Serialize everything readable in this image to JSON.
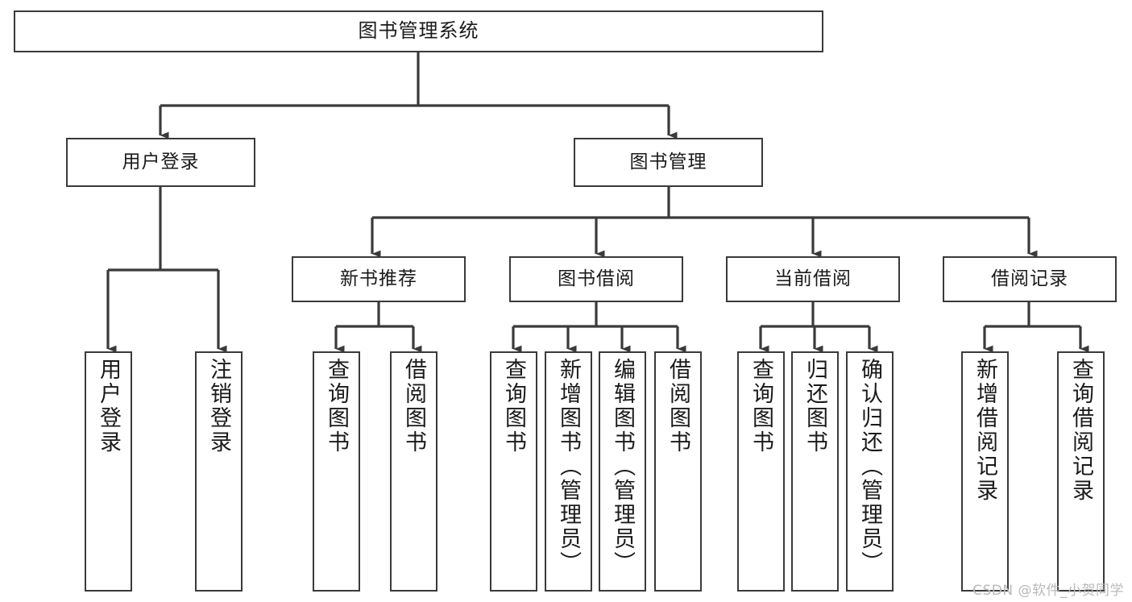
{
  "diagram": {
    "title": "图书管理系统",
    "type": "tree-hierarchy-diagram",
    "root": {
      "label": "图书管理系统"
    },
    "level2": [
      {
        "label": "用户登录"
      },
      {
        "label": "图书管理"
      }
    ],
    "level3": [
      {
        "label": "新书推荐"
      },
      {
        "label": "图书借阅"
      },
      {
        "label": "当前借阅"
      },
      {
        "label": "借阅记录"
      }
    ],
    "leaves": {
      "user_login": [
        {
          "label": "用户登录"
        },
        {
          "label": "注销登录"
        }
      ],
      "new_book_recommend": [
        {
          "label": "查询图书"
        },
        {
          "label": "借阅图书"
        }
      ],
      "book_borrow": [
        {
          "label": "查询图书"
        },
        {
          "label": "新增图书（管理员）"
        },
        {
          "label": "编辑图书（管理员）"
        },
        {
          "label": "借阅图书"
        }
      ],
      "current_borrow": [
        {
          "label": "查询图书"
        },
        {
          "label": "归还图书"
        },
        {
          "label": "确认归还（管理员）"
        }
      ],
      "borrow_records": [
        {
          "label": "新增借阅记录"
        },
        {
          "label": "查询借阅记录"
        }
      ]
    },
    "colors": {
      "border": "#3a3a3a",
      "line": "#3a3a3a",
      "background": "#ffffff",
      "text": "#1a1a1a",
      "watermark": "#b9b9b9"
    }
  },
  "watermark": {
    "text": "CSDN @软件_小贺同学"
  }
}
